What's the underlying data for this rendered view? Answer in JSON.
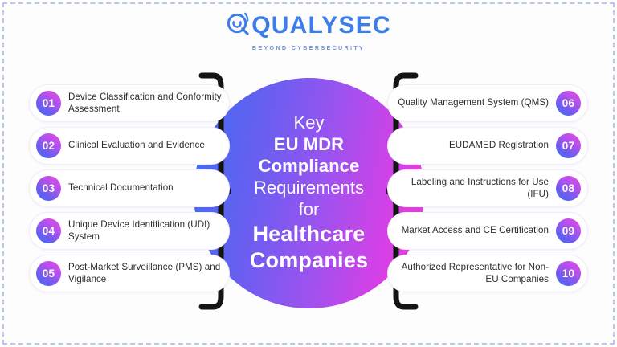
{
  "brand": {
    "name": "QUALYSEC",
    "tagline": "BEYOND CYBERSECURITY",
    "logo_icon": "target-q-icon",
    "color": "#3d7de8"
  },
  "center": {
    "line1": "Key",
    "line2": "EU MDR",
    "line3": "Compliance",
    "line4": "Requirements",
    "line5": "for",
    "line6": "Healthcare",
    "line7": "Companies",
    "gradient_from": "#3d6ef2",
    "gradient_to": "#ef3fd8"
  },
  "left_items": [
    {
      "number": "01",
      "label": "Device Classification and Conformity Assessment"
    },
    {
      "number": "02",
      "label": "Clinical Evaluation and Evidence"
    },
    {
      "number": "03",
      "label": "Technical Documentation"
    },
    {
      "number": "04",
      "label": "Unique Device Identification (UDI) System"
    },
    {
      "number": "05",
      "label": "Post-Market Surveillance (PMS) and Vigilance"
    }
  ],
  "right_items": [
    {
      "number": "06",
      "label": "Quality Management System (QMS)"
    },
    {
      "number": "07",
      "label": "EUDAMED Registration"
    },
    {
      "number": "08",
      "label": "Labeling and Instructions for Use (IFU)"
    },
    {
      "number": "09",
      "label": "Market Access and CE Certification"
    },
    {
      "number": "10",
      "label": "Authorized Representative for Non-EU Companies"
    }
  ],
  "decor": {
    "brace_left": "right-curly-brace",
    "brace_right": "left-curly-brace",
    "badge_gradient_from": "#e84ce0",
    "badge_gradient_to": "#3f6ff1"
  }
}
